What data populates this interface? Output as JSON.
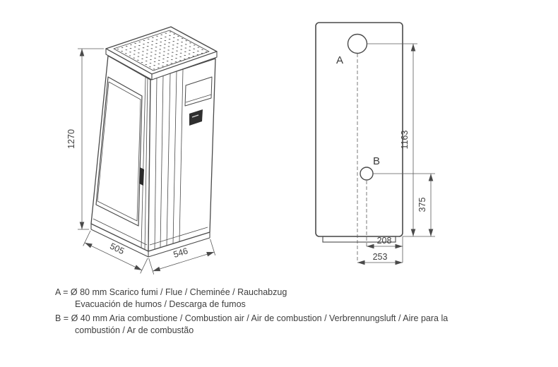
{
  "iso_view": {
    "height_mm": "1270",
    "width_mm": "505",
    "depth_mm": "546"
  },
  "rear_view": {
    "port_a_label": "A",
    "port_b_label": "B",
    "a_height_mm": "1163",
    "b_height_mm": "375",
    "b_offset_mm": "208",
    "a_offset_mm": "253"
  },
  "legend": {
    "line1": "A = Ø 80 mm  Scarico fumi / Flue / Cheminée / Rauchabzug",
    "line2": "Evacuación de humos / Descarga de fumos",
    "line3": "B = Ø 40 mm  Aria combustione / Combustion air / Air de combustion / Verbrennungsluft / Aire para la",
    "line4": "combustión / Ar de combustão"
  },
  "colors": {
    "line": "#4a4a4a",
    "text": "#3f3f3f"
  }
}
